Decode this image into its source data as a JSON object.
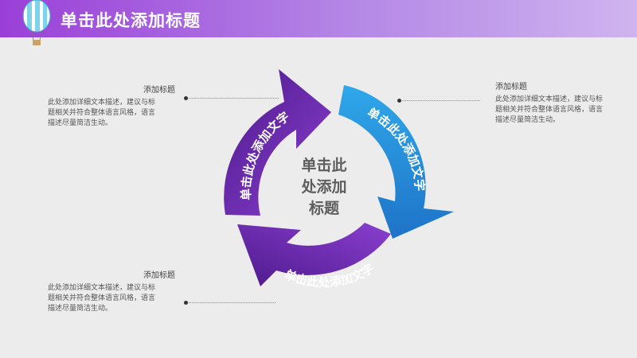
{
  "header": {
    "title": "单击此处添加标题"
  },
  "colors": {
    "purple_dark": "#5a1f99",
    "purple": "#7a2fbd",
    "blue": "#2696db",
    "blue_dark": "#1a6fc4",
    "header": "#a066e0"
  },
  "center": {
    "lines": [
      "单击此",
      "处添加",
      "标题"
    ]
  },
  "arrows": [
    {
      "label": "单击此处添加文字",
      "color": "#6b2aa8"
    },
    {
      "label": "单击此处添加文字",
      "color": "#2291d6"
    },
    {
      "label": "单击此处添加文字",
      "color": "#6b2aa8"
    }
  ],
  "sides": {
    "top_left": {
      "title": "添加标题",
      "lines": [
        "此处添加详细文本描述，建议与标",
        "题相关并符合整体语言风格，语言",
        "描述尽量简洁生动。"
      ]
    },
    "top_right": {
      "title": "添加标题",
      "lines": [
        "此处添加详细文本描述，建议与标",
        "题相关并符合整体语言风格，语言",
        "描述尽量简洁生动。"
      ]
    },
    "bottom_left": {
      "title": "添加标题",
      "lines": [
        "此处添加详细文本描述，建议与标",
        "题相关并符合整体语言风格，语言",
        "描述尽量简洁生动。"
      ]
    }
  }
}
